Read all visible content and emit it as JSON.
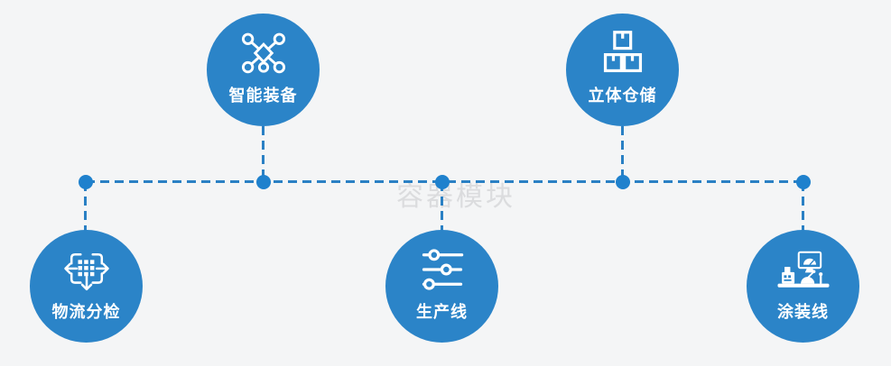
{
  "diagram": {
    "watermark": "容器模块",
    "nodes": [
      {
        "id": "smart-equipment",
        "label": "智能装备",
        "icon": "network-nodes-icon"
      },
      {
        "id": "stereo-warehouse",
        "label": "立体仓储",
        "icon": "stacked-boxes-icon"
      },
      {
        "id": "logistics-sorting",
        "label": "物流分检",
        "icon": "distribute-arrows-icon"
      },
      {
        "id": "production-line",
        "label": "生产线",
        "icon": "sliders-icon"
      },
      {
        "id": "painting-line",
        "label": "涂装线",
        "icon": "control-station-icon"
      }
    ],
    "colors": {
      "node_fill": "#2b84c8",
      "connector": "#2a80c4",
      "junction_dot": "#1f81cd",
      "background": "#f4f5f6",
      "label_text": "#ffffff",
      "watermark": "#dbdcde"
    }
  }
}
